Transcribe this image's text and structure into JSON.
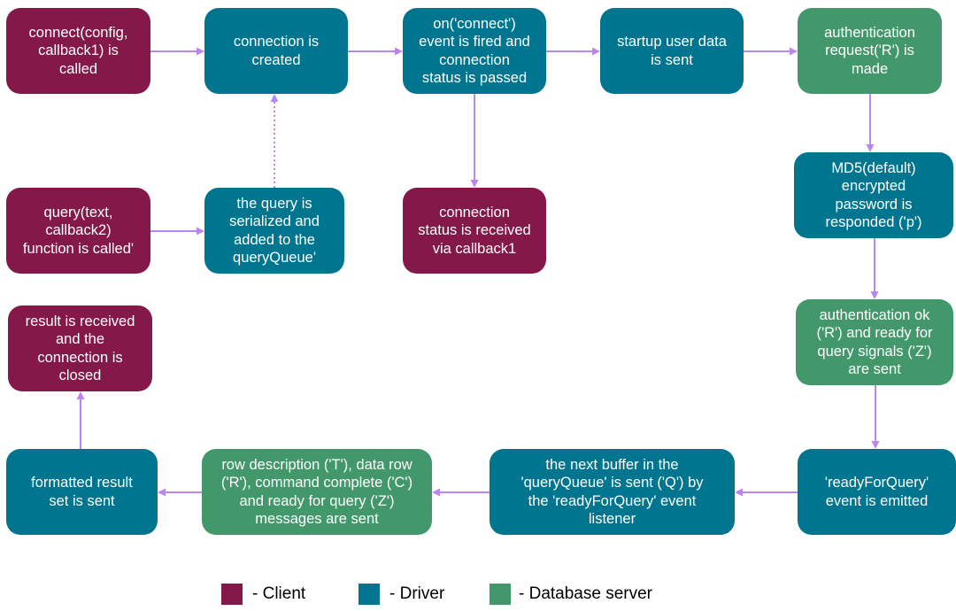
{
  "colors": {
    "client": "#841849",
    "driver": "#00758f",
    "server": "#42986b",
    "arrow": "#bb87ee"
  },
  "nodes": {
    "connect_call": {
      "text": "connect(config,\ncallback1) is\ncalled",
      "role": "client"
    },
    "connection_created": {
      "text": "connection is\ncreated",
      "role": "driver"
    },
    "on_connect": {
      "text": "on('connect')\nevent is fired and\nconnection\nstatus is passed",
      "role": "driver"
    },
    "startup_data": {
      "text": "startup user data\nis sent",
      "role": "driver"
    },
    "auth_request": {
      "text": "authentication\nrequest('R') is\nmade",
      "role": "server"
    },
    "query_call": {
      "text": "query(text,\ncallback2)\nfunction is called'",
      "role": "client"
    },
    "query_serialized": {
      "text": "the query is\nserialized and\nadded to the\nqueryQueue'",
      "role": "driver"
    },
    "status_received": {
      "text": "connection\nstatus is received\nvia callback1",
      "role": "client"
    },
    "md5_response": {
      "text": "MD5(default)\nencrypted\npassword is\nresponded ('p')",
      "role": "driver"
    },
    "result_received": {
      "text": "result is received\nand the\nconnection is\nclosed",
      "role": "client"
    },
    "auth_ok": {
      "text": "authentication ok\n('R') and ready for\nquery signals ('Z')\nare sent",
      "role": "server"
    },
    "formatted_result": {
      "text": "formatted result\nset is sent",
      "role": "driver"
    },
    "row_description": {
      "text": "row description ('T'), data row\n('R'), command complete ('C')\nand ready for query ('Z')\nmessages are sent",
      "role": "server"
    },
    "next_buffer": {
      "text": "the next buffer in the\n'queryQueue' is sent ('Q') by\nthe 'readyForQuery' event\nlistener",
      "role": "driver"
    },
    "ready_for_query": {
      "text": "'readyForQuery'\nevent is emitted",
      "role": "driver"
    }
  },
  "edges": [
    {
      "from": "connect_call",
      "to": "connection_created",
      "style": "solid"
    },
    {
      "from": "connection_created",
      "to": "on_connect",
      "style": "solid"
    },
    {
      "from": "on_connect",
      "to": "startup_data",
      "style": "solid"
    },
    {
      "from": "startup_data",
      "to": "auth_request",
      "style": "solid"
    },
    {
      "from": "on_connect",
      "to": "status_received",
      "style": "solid"
    },
    {
      "from": "auth_request",
      "to": "md5_response",
      "style": "solid"
    },
    {
      "from": "md5_response",
      "to": "auth_ok",
      "style": "solid"
    },
    {
      "from": "auth_ok",
      "to": "ready_for_query",
      "style": "solid"
    },
    {
      "from": "ready_for_query",
      "to": "next_buffer",
      "style": "solid"
    },
    {
      "from": "next_buffer",
      "to": "row_description",
      "style": "solid"
    },
    {
      "from": "row_description",
      "to": "formatted_result",
      "style": "solid"
    },
    {
      "from": "formatted_result",
      "to": "result_received",
      "style": "solid"
    },
    {
      "from": "query_call",
      "to": "query_serialized",
      "style": "solid"
    },
    {
      "from": "query_serialized",
      "to": "connection_created",
      "style": "dotted"
    }
  ],
  "legend": {
    "client": "- Client",
    "driver": "- Driver",
    "server": "- Database server"
  }
}
